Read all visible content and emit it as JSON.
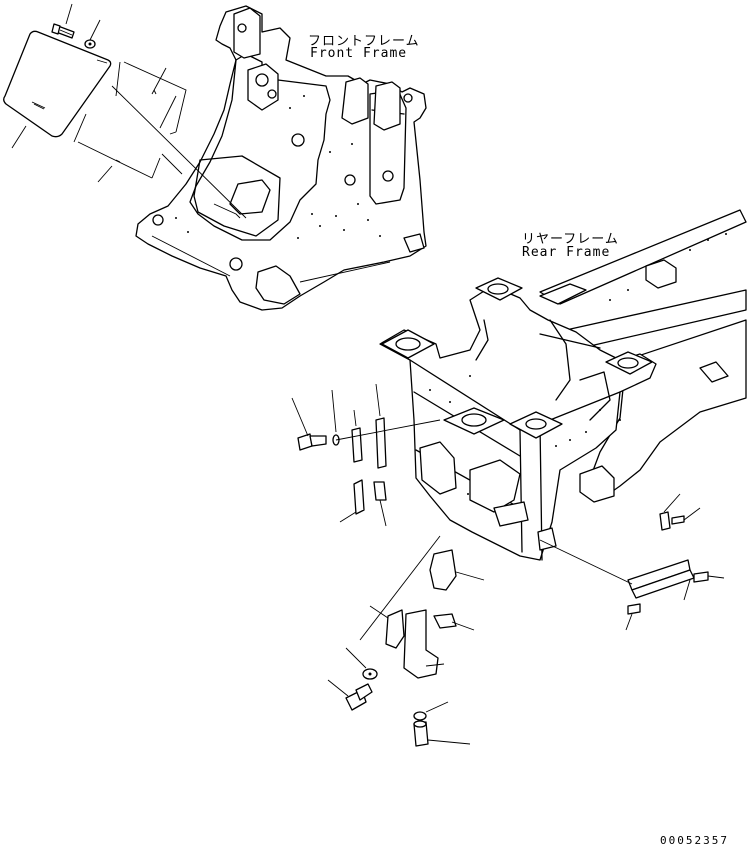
{
  "front_frame": {
    "label_jp": "フロントフレーム",
    "label_en": "Front Frame"
  },
  "rear_frame": {
    "label_jp": "リヤーフレーム",
    "label_en": "Rear Frame"
  },
  "drawing_number": "00052357"
}
